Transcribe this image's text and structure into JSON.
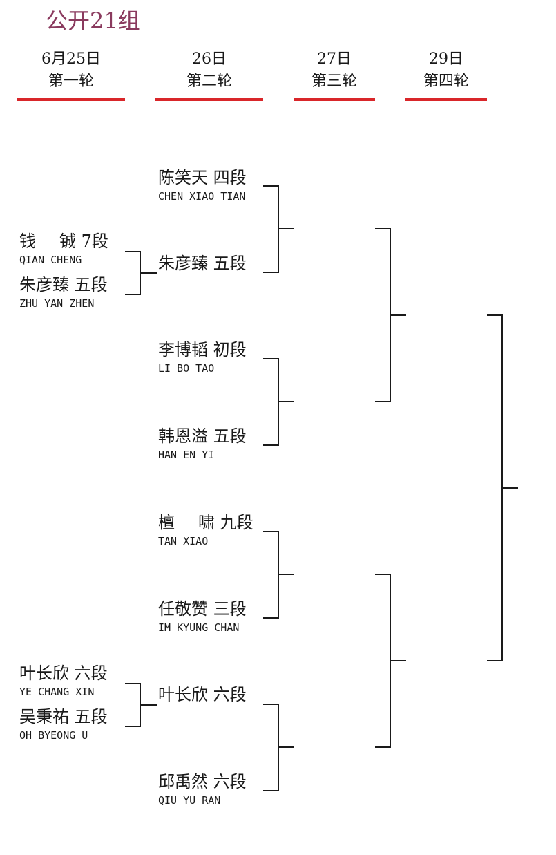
{
  "title": "公开21组",
  "rounds": [
    {
      "date": "6月25日",
      "name": "第一轮"
    },
    {
      "date": "26日",
      "name": "第二轮"
    },
    {
      "date": "27日",
      "name": "第三轮"
    },
    {
      "date": "29日",
      "name": "第四轮"
    }
  ],
  "round1": [
    {
      "name": "钱",
      "name2": "铖",
      "rank": "7段",
      "romanized": "QIAN CHENG"
    },
    {
      "name": "朱彦臻",
      "rank": "五段",
      "romanized": "ZHU YAN ZHEN"
    },
    {
      "name": "叶长欣",
      "rank": "六段",
      "romanized": "YE CHANG XIN"
    },
    {
      "name": "吴秉祐",
      "rank": "五段",
      "romanized": "OH BYEONG U"
    }
  ],
  "round2": [
    {
      "name": "陈笑天",
      "rank": "四段",
      "romanized": "CHEN XIAO TIAN"
    },
    {
      "name": "朱彦臻",
      "rank": "五段"
    },
    {
      "name": "李博韬",
      "rank": "初段",
      "romanized": "LI BO TAO"
    },
    {
      "name": "韩恩溢",
      "rank": "五段",
      "romanized": "HAN EN YI"
    },
    {
      "name": "檀",
      "name2": "啸",
      "rank": "九段",
      "romanized": "TAN XIAO"
    },
    {
      "name": "任敬赞",
      "rank": "三段",
      "romanized": "IM KYUNG CHAN"
    },
    {
      "name": "叶长欣",
      "rank": "六段"
    },
    {
      "name": "邱禹然",
      "rank": "六段",
      "romanized": "QIU YU RAN"
    }
  ]
}
